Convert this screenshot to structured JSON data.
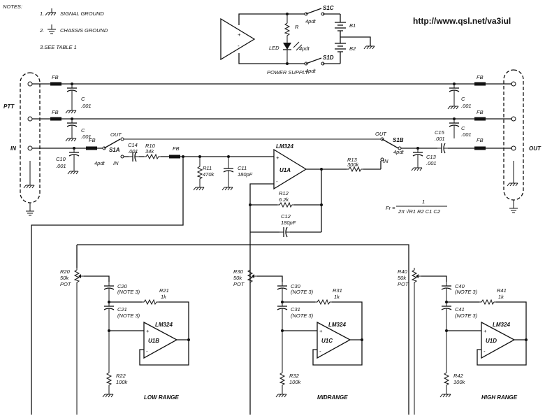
{
  "url": "http://www.qsl.net/va3iul",
  "notes": {
    "heading": "NOTES:",
    "items": [
      "1. ",
      " SIGNAL GROUND",
      "2. ",
      " CHASSIS GROUND",
      "3.SEE TABLE 1"
    ]
  },
  "power_supply": {
    "title": "POWER SUPPLY",
    "r": "R",
    "led": "LED",
    "switch_top": "S1C",
    "switch_bot": "S1D",
    "pdt_top": "4pdt",
    "pdt_mid": "4pdt",
    "pdt_bot": "4pdt",
    "b1": "B1",
    "b2": "B2",
    "plus": "+",
    "minus": "-"
  },
  "left": {
    "ptt": "PTT",
    "in": "IN",
    "fb": "FB",
    "c1": "C",
    "c1v": ".001",
    "c2": "C",
    "c2v": ".001",
    "c10": "C10",
    "c10v": ".001",
    "out": "OUT",
    "s1a": "S1A",
    "in2": "IN",
    "pdt": "4pdt"
  },
  "main": {
    "c14": "C14",
    "c14v": ".001",
    "r10": "R10",
    "r10v": "34k",
    "fb": "FB",
    "r11": "R11",
    "r11v": "470k",
    "c11": "C11",
    "c11v": "180pF",
    "u1a_part": "LM324",
    "u1a": "U1A",
    "r12": "R12",
    "r12v": "6.2k",
    "c12": "C12",
    "c12v": "180pF",
    "r13": "R13",
    "r13v": "300k",
    "in3": "IN",
    "formula_lhs": "Fr =",
    "formula_num": "1",
    "formula_den": "2π √R1 R2 C1 C2"
  },
  "right": {
    "out": "OUT",
    "s1b": "S1B",
    "pdt": "4pdt",
    "fb": "FB",
    "c1": "C",
    "c1v": ".001",
    "c2": "C",
    "c2v": ".001",
    "c15": "C15",
    "c15v": ".001",
    "c13": "C13",
    "c13v": ".001",
    "out_label": "OUT"
  },
  "sections": [
    {
      "pot": "R20",
      "pot_v": "50k",
      "pot_t": "POT",
      "ca": "C20",
      "cb": "C21",
      "note": "(NOTE 3)",
      "r1": "R21",
      "r1v": "1k",
      "part": "LM324",
      "u": "U1B",
      "r2": "R22",
      "r2v": "100k",
      "name": "LOW RANGE"
    },
    {
      "pot": "R30",
      "pot_v": "50k",
      "pot_t": "POT",
      "ca": "C30",
      "cb": "C31",
      "note": "(NOTE 3)",
      "r1": "R31",
      "r1v": "1k",
      "part": "LM324",
      "u": "U1C",
      "r2": "R32",
      "r2v": "100k",
      "name": "MIDRANGE"
    },
    {
      "pot": "R40",
      "pot_v": "50k",
      "pot_t": "POT",
      "ca": "C40",
      "cb": "C41",
      "note": "(NOTE 3)",
      "r1": "R41",
      "r1v": "1k",
      "part": "LM324",
      "u": "U1D",
      "r2": "R42",
      "r2v": "100k",
      "name": "HIGH RANGE"
    }
  ]
}
